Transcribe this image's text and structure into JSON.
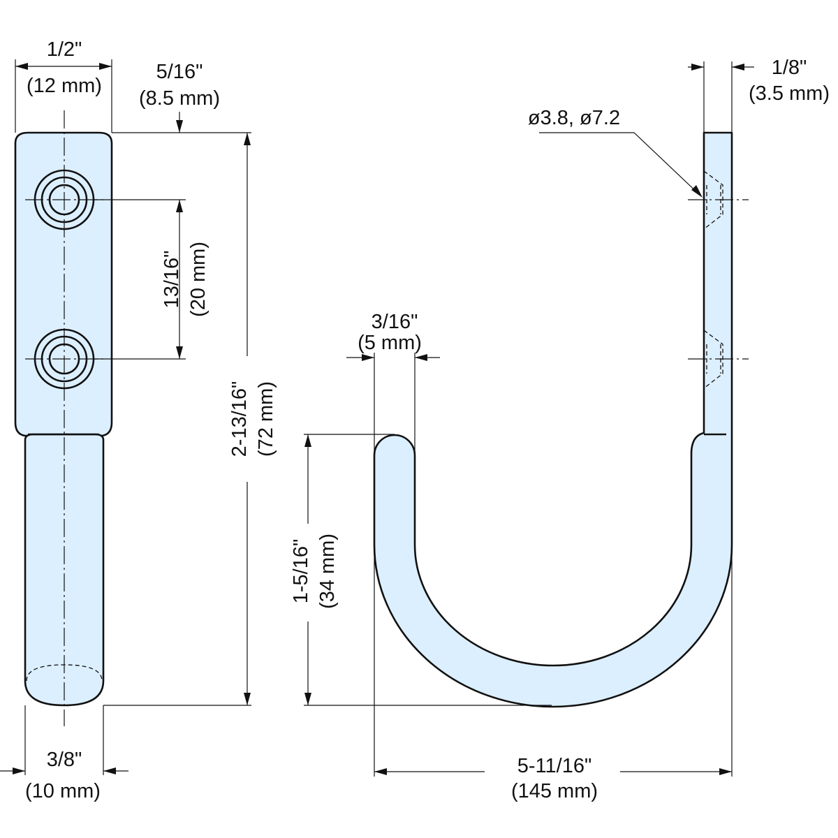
{
  "colors": {
    "part_fill": "#dcefff",
    "line": "#111111"
  },
  "dimensions": {
    "width_top_in": "1/2\"",
    "width_top_mm": "(12 mm)",
    "hole_top_in": "5/16\"",
    "hole_top_mm": "(8.5 mm)",
    "hole_spacing_in": "13/16\"",
    "hole_spacing_mm": "(20 mm)",
    "total_height_in": "2-13/16\"",
    "total_height_mm": "(72 mm)",
    "rod_width_in": "3/8\"",
    "rod_width_mm": "(10 mm)",
    "thickness_in": "1/8\"",
    "thickness_mm": "(3.5 mm)",
    "hole_diameters": "ø3.8, ø7.2",
    "rod_dia_in": "3/16\"",
    "rod_dia_mm": "(5 mm)",
    "hook_depth_in": "1-5/16\"",
    "hook_depth_mm": "(34 mm)",
    "total_length_in": "5-11/16\"",
    "total_length_mm": "(145 mm)"
  }
}
